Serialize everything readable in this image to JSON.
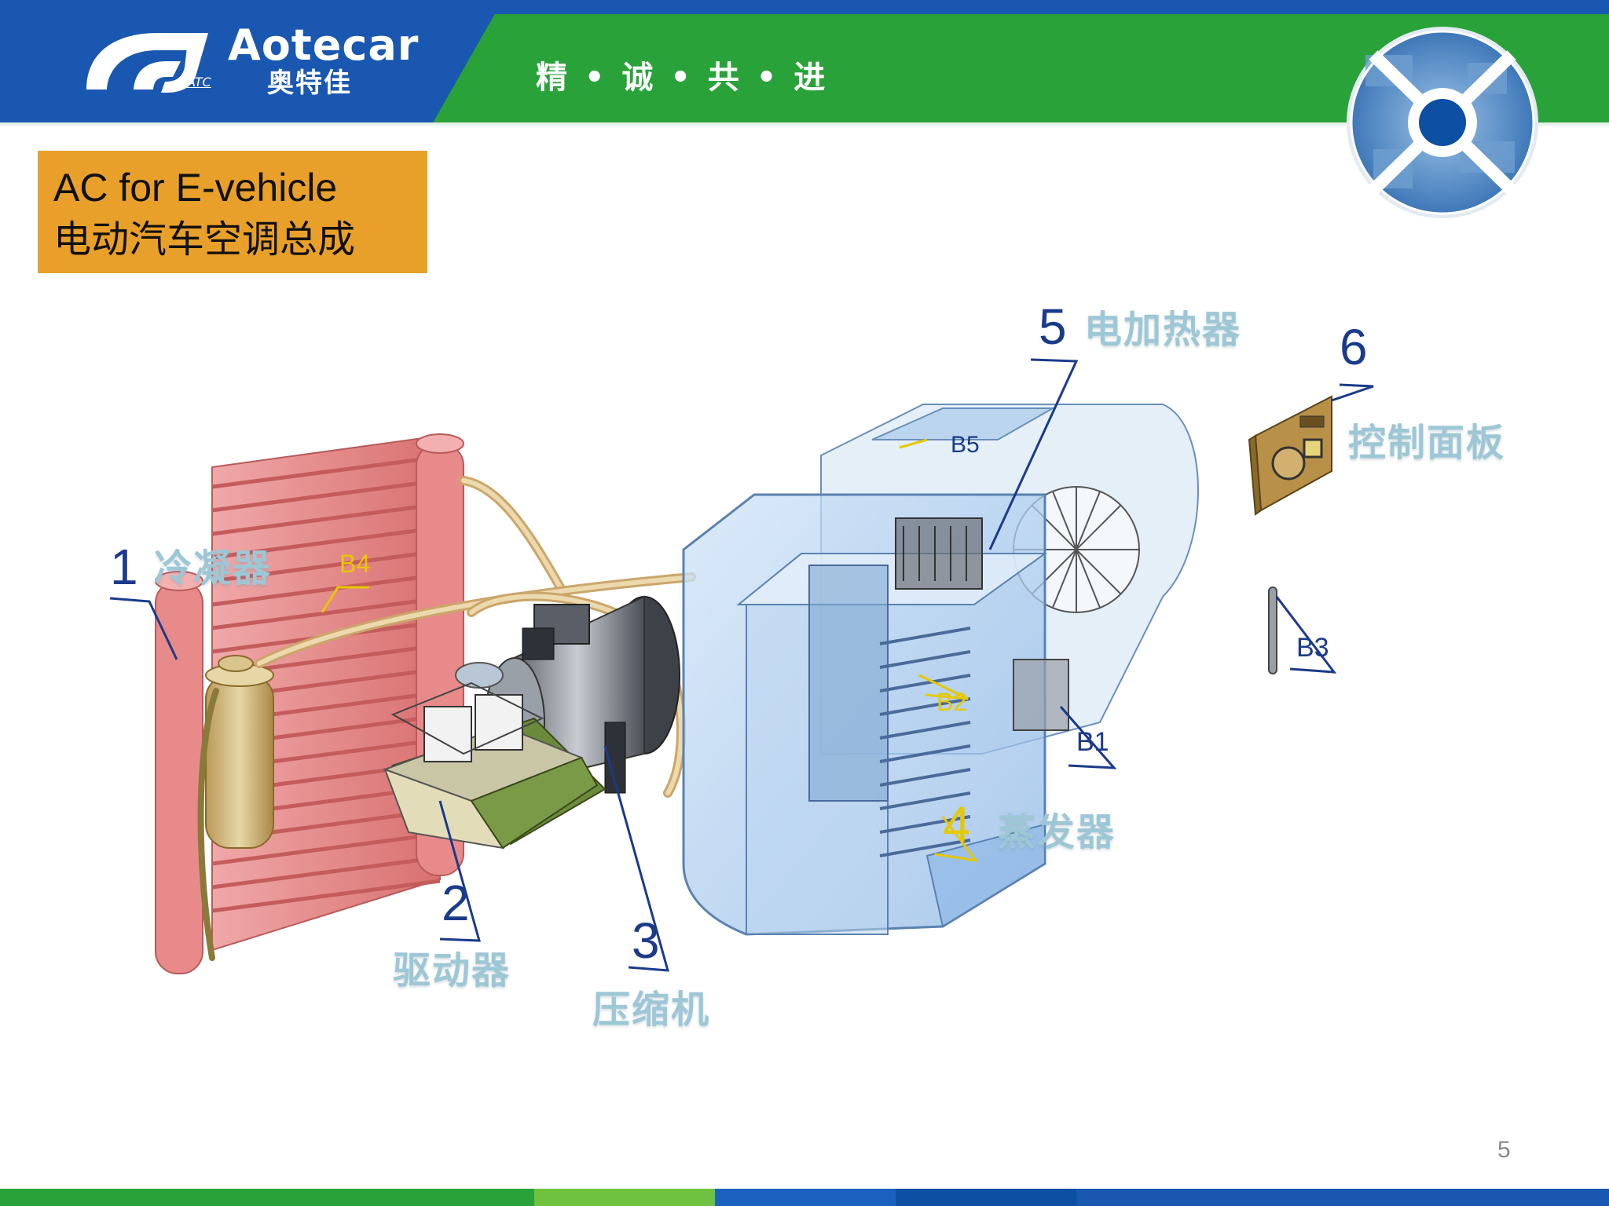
{
  "header": {
    "logo_en": "Aotecar",
    "logo_zh": "奥特佳",
    "logo_sub": "ATC",
    "motto": "精 • 诚 • 共 • 进"
  },
  "title": {
    "line1": "AC for E-vehicle",
    "line2": "电动汽车空调总成"
  },
  "components": [
    {
      "number": "1",
      "name": "冷凝器"
    },
    {
      "number": "2",
      "name": "驱动器"
    },
    {
      "number": "3",
      "name": "压缩机"
    },
    {
      "number": "4",
      "name": "蒸发器"
    },
    {
      "number": "5",
      "name": "电加热器"
    },
    {
      "number": "6",
      "name": "控制面板"
    }
  ],
  "sensor_labels": [
    "B1",
    "B2",
    "B3",
    "B4",
    "B5"
  ],
  "page_number": "5",
  "colors": {
    "header_blue": "#1a57b0",
    "header_green": "#2aa23a",
    "title_box": "#e9a02a",
    "label_number": "#1a3a8a",
    "label_name": "#9ec7d6",
    "sensor_yellow": "#e6c800",
    "condenser": "#e88a8a",
    "evaporator_box": "#a9cbee"
  }
}
